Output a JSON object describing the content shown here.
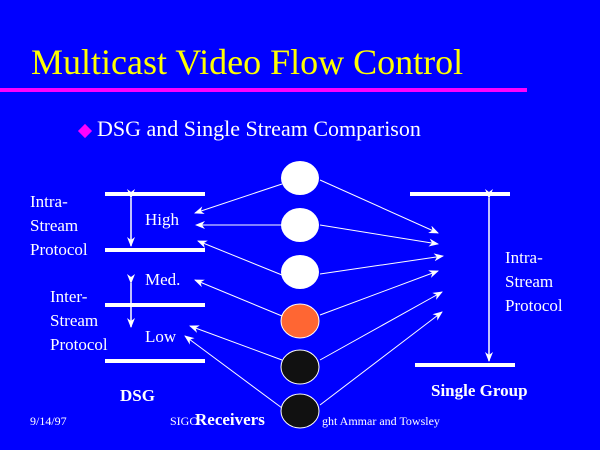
{
  "slide": {
    "title": "Multicast Video Flow Control",
    "bullet": "DSG  and Single Stream Comparison",
    "colors": {
      "background": "#0000ff",
      "title": "#ffff00",
      "rule": "#ff00ff",
      "text": "#ffffff",
      "orange_receiver": "#ff6633",
      "dark_receiver": "#111111"
    }
  },
  "dsg": {
    "intra_label": [
      "Intra-",
      "Stream",
      "Protocol"
    ],
    "inter_label": [
      "Inter-",
      "Stream",
      "Protocol"
    ],
    "levels": [
      "High",
      "Med.",
      "Low"
    ],
    "caption": "DSG"
  },
  "single_group": {
    "label": [
      "Intra-",
      "Stream",
      "Protocol"
    ],
    "caption": "Single Group"
  },
  "receivers": {
    "caption": "Receivers",
    "nodes": [
      {
        "color": "white"
      },
      {
        "color": "white"
      },
      {
        "color": "white"
      },
      {
        "color": "orange"
      },
      {
        "color": "black"
      },
      {
        "color": "black"
      }
    ]
  },
  "footer": {
    "date": "9/14/97",
    "source_left": "SIGC",
    "source_right": "ght Ammar and Towsley"
  }
}
